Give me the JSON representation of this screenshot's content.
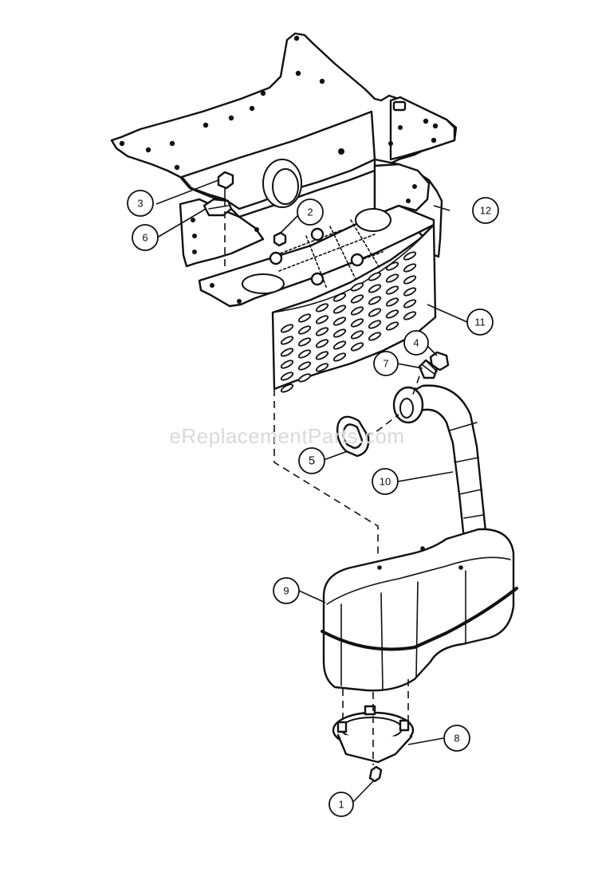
{
  "watermark": "eReplacementParts.com",
  "callouts": {
    "c1": "1",
    "c2": "2",
    "c3": "3",
    "c4": "4",
    "c5": "5",
    "c6": "6",
    "c7": "7",
    "c8": "8",
    "c9": "9",
    "c10": "10",
    "c11": "11",
    "c12": "12"
  }
}
